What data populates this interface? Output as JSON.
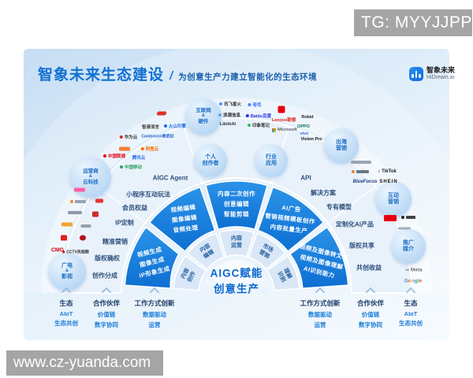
{
  "watermark": {
    "top_right": "TG: MYYJJPP",
    "bottom_left": "www.cz-yuanda.com"
  },
  "header": {
    "title": "智象未来生态建设",
    "slash": "/",
    "subtitle": "为创意生产力建立智能化的生态环境",
    "brand_name": "智象未来",
    "brand_domain": "HiDream.ai"
  },
  "center": {
    "line1": "AIGC赋能",
    "line2": "创意生产"
  },
  "inner_ring": [
    {
      "line1": "内容",
      "line2": "创作"
    },
    {
      "line1": "内容",
      "line2": "编辑"
    },
    {
      "line1": "内容",
      "line2": "运营"
    },
    {
      "line1": "市场",
      "line2": "营销"
    },
    {
      "line1": "理解",
      "line2": "识别"
    }
  ],
  "blue_ring": [
    {
      "lines": [
        "视频生成",
        "图像生成",
        "IP形象生成"
      ]
    },
    {
      "lines": [
        "视频编辑",
        "图像编辑",
        "音频处理"
      ]
    },
    {
      "lines": [
        "内容二次创作",
        "创意编辑",
        "智能剪辑"
      ]
    },
    {
      "lines": [
        "AI广告",
        "营销视频模板创作",
        "内容批量生产"
      ]
    },
    {
      "lines": [
        "视频及图像转文字",
        "视频及图像理解",
        "AI识别能力"
      ]
    }
  ],
  "ring_labels": {
    "left": [
      "AIGC Agent",
      "小程序互动玩法",
      "会员权益",
      "IP定制",
      "精准营销",
      "版权确权",
      "创作分成"
    ],
    "right": [
      "API",
      "解决方案",
      "专有模型",
      "定制化AI产品",
      "版权共享",
      "共创收益"
    ]
  },
  "bubbles": {
    "carrier": {
      "line1": "运营商",
      "amp": "&",
      "line2": "云科技"
    },
    "broadcast": {
      "line1": "广电",
      "amp": "&",
      "line2": "影视"
    },
    "internet": {
      "line1": "互联网",
      "amp": "&",
      "line2": "硬件"
    },
    "personal": {
      "line1": "个人",
      "line2": "创作者"
    },
    "industry": {
      "line1": "行业",
      "line2": "应用"
    },
    "overseas": {
      "line1": "出海",
      "line2": "营销"
    },
    "interactive": {
      "line1": "互动",
      "line2": "营销"
    },
    "promotion": {
      "line1": "推广",
      "line2": "媒介"
    }
  },
  "bottom_groups": [
    {
      "title": "生态",
      "items": [
        "AIoT",
        "生态共创"
      ]
    },
    {
      "title": "合作伙伴",
      "items": [
        "价值链",
        "数字协同"
      ]
    },
    {
      "title": "工作方式创新",
      "items": [
        "数据驱动",
        "运营"
      ]
    },
    {
      "title": "工作方式创新",
      "items": [
        "数据驱动",
        "运营"
      ]
    },
    {
      "title": "合作伙伴",
      "items": [
        "价值链",
        "数字协同"
      ]
    },
    {
      "title": "生态",
      "items": [
        "AIoT",
        "生态共创"
      ]
    }
  ],
  "logos": {
    "zhipu": "智谱清言",
    "volcengine": "火山引擎",
    "cambricon": "Cambricon寒武纪",
    "huaweicloud": "华为云",
    "alicloud": "阿里云",
    "iflytek": "讯飞星火",
    "inspur": "浪潮信息",
    "liblib": "LiblibAI",
    "quark": "夸克",
    "baidu": "Baidu百度",
    "yinxiang": "印象笔记",
    "lenovo": "Lenovo联想",
    "microsoft": "Microsoft",
    "rokid": "Rokid",
    "oppo": "OPPO",
    "vivo": "vivo",
    "visionpro": "Vision Pro",
    "unicom": "中国联通",
    "tencentcloud": "腾讯云",
    "chinamobile": "中国移动",
    "cmg": "CMG",
    "cctv": "CCTV央视频",
    "tiktok": "TikTok",
    "bluefocus": "BlueFocus",
    "shein": "SHEIN",
    "meta": "Meta",
    "google": "Google"
  },
  "icons": {
    "brand_logo": "bar-chart-glyph",
    "column_marker": "chevron-up",
    "unreadable_logo_marks": "colored-chip"
  },
  "colors": {
    "accent_blue": "#1271d3",
    "wedge_blue": "#1480dd",
    "ring_text": "#2d4f7c",
    "watermark_gray": "#a5a5a5"
  }
}
